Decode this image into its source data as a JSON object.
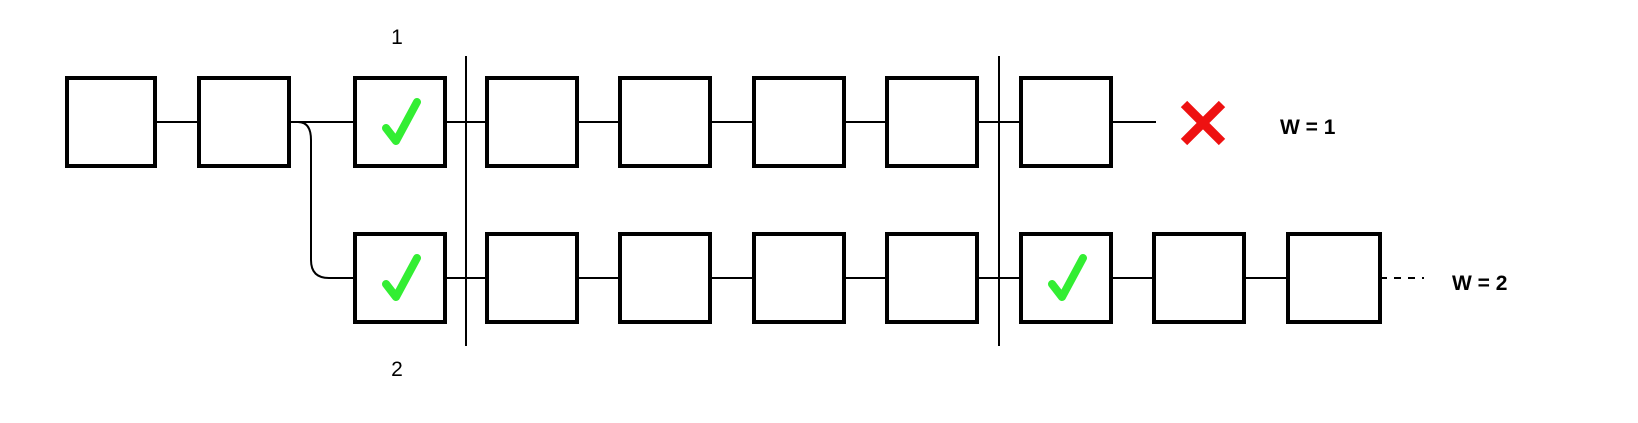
{
  "labels": {
    "top_fork_number": "1",
    "bottom_fork_number": "2",
    "upper_chain_weight": "W = 1",
    "lower_chain_weight": "W = 2"
  },
  "chains": {
    "upper": {
      "blocks": [
        "plain",
        "plain",
        "valid",
        "plain",
        "plain",
        "plain",
        "plain",
        "plain"
      ],
      "end": "rejected"
    },
    "lower": {
      "blocks": [
        "valid",
        "plain",
        "plain",
        "plain",
        "plain",
        "valid",
        "plain",
        "plain"
      ],
      "end": "continues"
    }
  },
  "icons": {
    "valid": "check-icon",
    "rejected": "cross-icon"
  },
  "colors": {
    "check": "#33ee33",
    "cross": "#ee1111",
    "block_border": "#000000"
  }
}
